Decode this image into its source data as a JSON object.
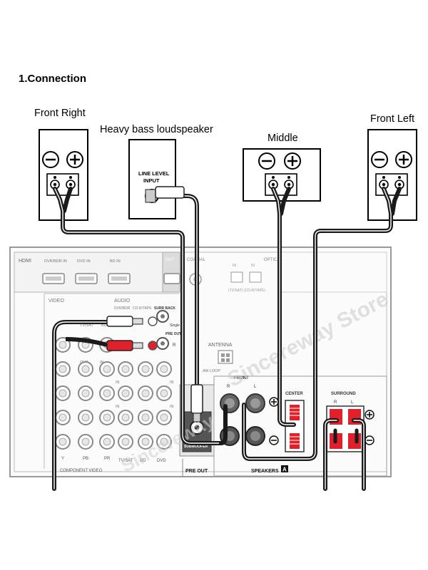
{
  "heading": "1.Connection",
  "speakers": {
    "front_right": "Front Right",
    "subwoofer": "Heavy bass loudspeaker",
    "middle": "Middle",
    "front_left": "Front Left"
  },
  "subwoofer_input": [
    "LINE LEVEL",
    "INPUT"
  ],
  "receiver": {
    "hdmi": "HDMI",
    "hdmi_inputs": [
      "DVR/BDR IN",
      "DVD IN",
      "BD IN"
    ],
    "hdmi_out": "OUT",
    "coaxial": "COAXIAL",
    "optical": "OPTICAL",
    "optical_inputs": [
      "(TV/SAT)",
      "(CD-R/TAPE)"
    ],
    "video": "VIDEO",
    "video_inputs": [
      "TV/SAT",
      "BD"
    ],
    "audio": "AUDIO",
    "audio_inputs": [
      "DVR/BDR",
      "CD-R/TAPE"
    ],
    "surr_back": "SURR BACK",
    "single": "Single",
    "pre_out": "PRE OUT",
    "antenna": "ANTENNA",
    "am_loop": "AM LOOP",
    "front": "FRONT",
    "center": "CENTER",
    "surround": "SURROUND",
    "subwoofer": "SUBWOOFER",
    "pre_out_bottom": "PRE OUT",
    "speakers": "SPEAKERS",
    "speakers_badge": "A",
    "component_video": "COMPONENT VIDEO",
    "component_jacks": [
      "Y",
      "PB",
      "PR"
    ],
    "bottom_inputs": [
      "TV/SAT",
      "BD",
      "DVD"
    ],
    "side_labels": [
      "IN",
      "IN",
      "IN",
      "IN"
    ],
    "r_label": "R",
    "l_label": "L",
    "in_label": "IN",
    "out_label": "OUT"
  },
  "watermark": [
    "Sincereway Store",
    "Sincereway"
  ],
  "colors": {
    "cable": "#1a1a1a",
    "rca_red": "#e0202a",
    "rca_white": "#ffffff",
    "terminal_red": "#e0202a",
    "panel_line": "#9a9a9a",
    "watermark": "#c8c8c8"
  }
}
